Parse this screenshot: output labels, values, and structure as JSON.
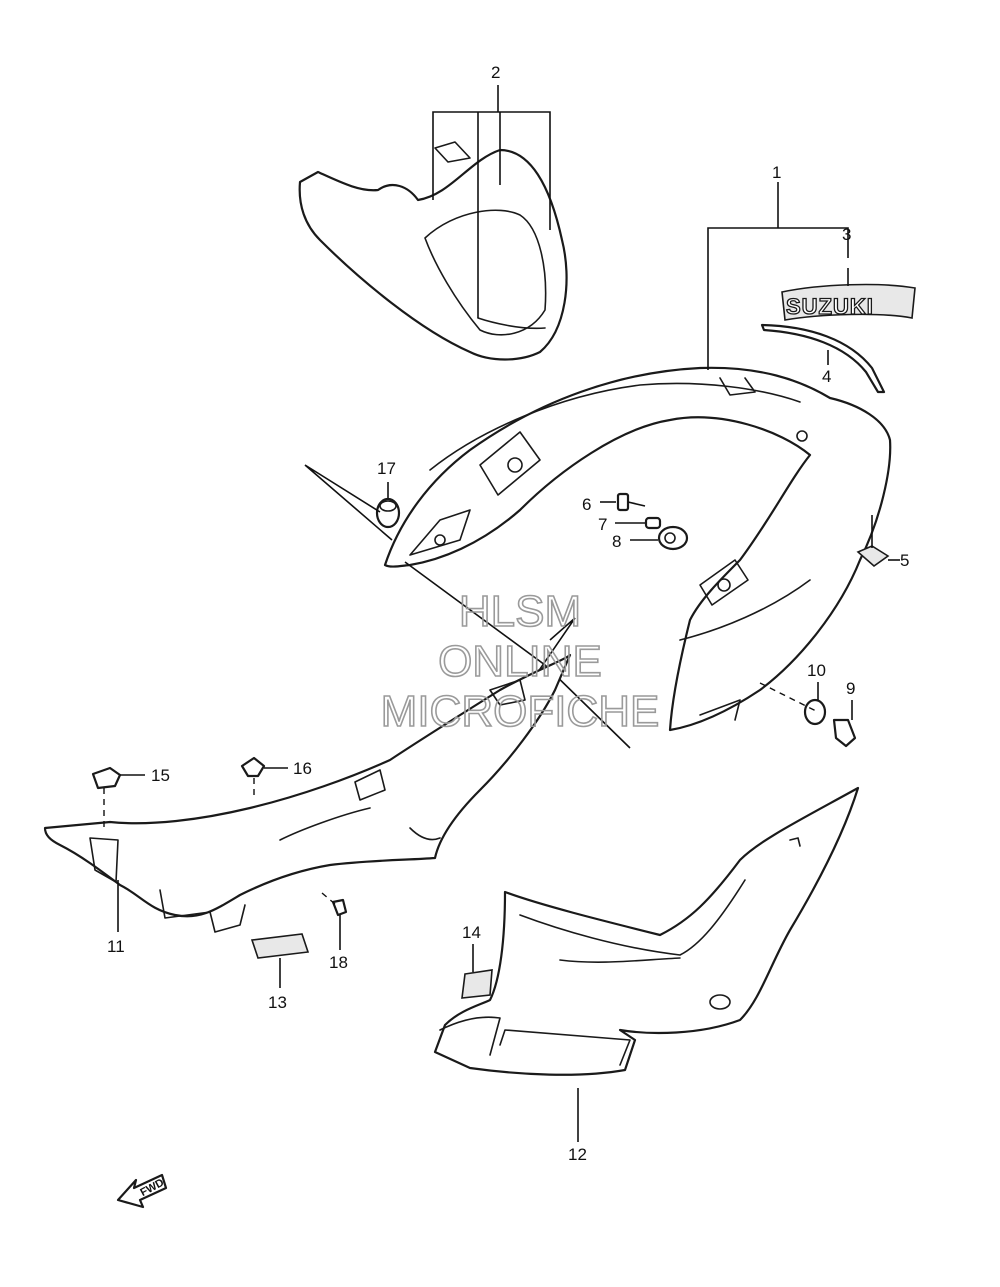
{
  "callouts": [
    {
      "id": "c1",
      "label": "1"
    },
    {
      "id": "c2",
      "label": "2"
    },
    {
      "id": "c3",
      "label": "3"
    },
    {
      "id": "c4",
      "label": "4"
    },
    {
      "id": "c5",
      "label": "5"
    },
    {
      "id": "c6",
      "label": "6"
    },
    {
      "id": "c7",
      "label": "7"
    },
    {
      "id": "c8",
      "label": "8"
    },
    {
      "id": "c9",
      "label": "9"
    },
    {
      "id": "c10",
      "label": "10"
    },
    {
      "id": "c11",
      "label": "11"
    },
    {
      "id": "c12",
      "label": "12"
    },
    {
      "id": "c13",
      "label": "13"
    },
    {
      "id": "c14",
      "label": "14"
    },
    {
      "id": "c15",
      "label": "15"
    },
    {
      "id": "c16",
      "label": "16"
    },
    {
      "id": "c17",
      "label": "17"
    },
    {
      "id": "c18",
      "label": "18"
    }
  ],
  "badge_text": "SUZUKI",
  "fwd_label": "FWD",
  "watermark": [
    "HLSM",
    "ONLINE",
    "MICROFICHE"
  ]
}
